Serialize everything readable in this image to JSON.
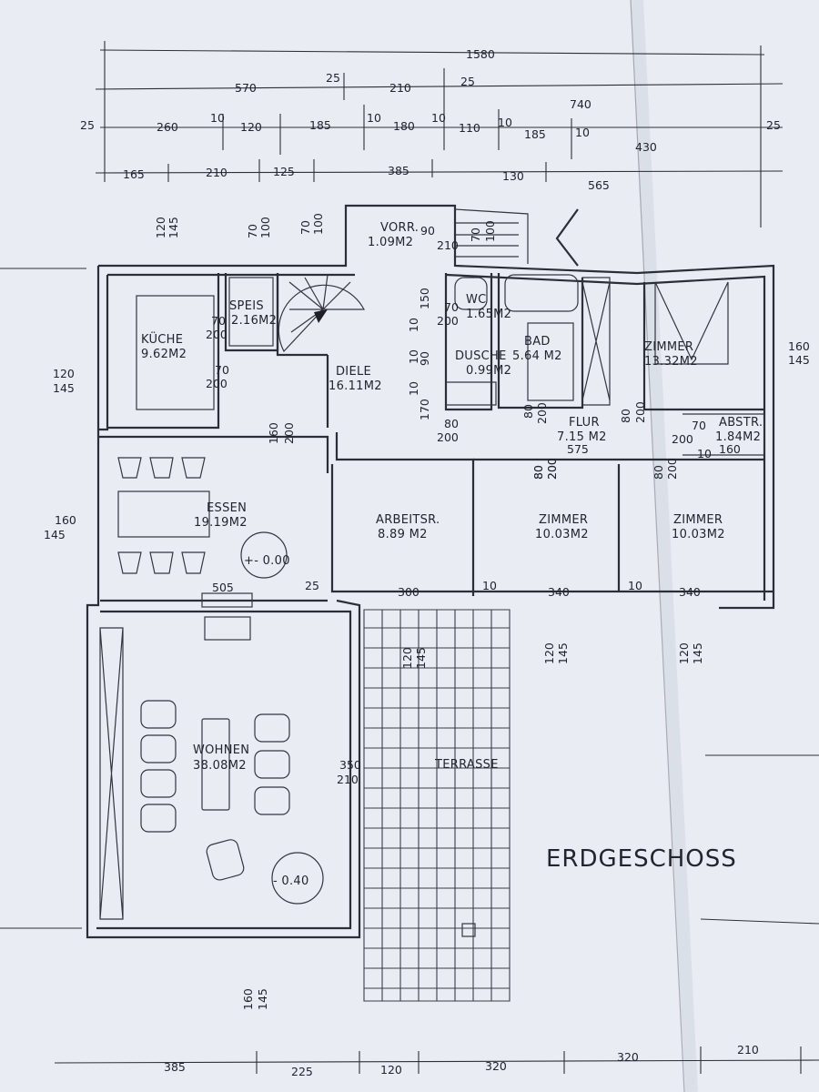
{
  "title": "ERDGESCHOSS",
  "rooms": [
    {
      "name": "KÜCHE",
      "area": "9.62M2"
    },
    {
      "name": "SPEIS",
      "area": "2.16M2"
    },
    {
      "name": "VORR.",
      "area": "1.09M2"
    },
    {
      "name": "WC",
      "area": "1.65M2"
    },
    {
      "name": "DUSCHE",
      "area": "0.99M2"
    },
    {
      "name": "BAD",
      "area": "5.64 M2"
    },
    {
      "name": "ZIMMER",
      "area": "13.32M2"
    },
    {
      "name": "DIELE",
      "area": "16.11M2"
    },
    {
      "name": "FLUR",
      "area": "7.15 M2"
    },
    {
      "name": "ABSTR.",
      "area": "1.84M2"
    },
    {
      "name": "ESSEN",
      "area": "19.19M2"
    },
    {
      "name": "ARBEITSR.",
      "area": "8.89 M2"
    },
    {
      "name": "ZIMMER",
      "area": "10.03M2"
    },
    {
      "name": "ZIMMER",
      "area": "10.03M2"
    },
    {
      "name": "WOHNEN",
      "area": "38.08M2"
    },
    {
      "name": "TERRASSE",
      "area": ""
    }
  ],
  "levels": [
    "+- 0.00",
    "- 0.40"
  ],
  "dimensions": {
    "overall": "1580",
    "top_row1": [
      "570",
      "25",
      "210",
      "25"
    ],
    "top_row2": [
      "25",
      "260",
      "10",
      "120",
      "185",
      "10",
      "180",
      "10",
      "110",
      "10",
      "185",
      "10",
      "430",
      "25"
    ],
    "top_row3": [
      "165",
      "210",
      "125",
      "385",
      "130"
    ],
    "top_misc": [
      "740",
      "565"
    ],
    "bottom_row": [
      "385",
      "225",
      "120",
      "320",
      "320",
      "210"
    ],
    "wall_openings": [
      "120",
      "145",
      "70",
      "100",
      "70",
      "100",
      "90",
      "210",
      "70",
      "100",
      "70",
      "200",
      "70",
      "200",
      "10",
      "150",
      "10",
      "90",
      "10",
      "170",
      "70",
      "200",
      "80",
      "200",
      "80",
      "200",
      "160",
      "200",
      "80",
      "200",
      "80",
      "200",
      "70",
      "200",
      "160",
      "10",
      "575",
      "80",
      "200",
      "80",
      "200",
      "25",
      "300",
      "10",
      "340",
      "10",
      "340",
      "505",
      "350",
      "210",
      "120",
      "145",
      "120",
      "145",
      "120",
      "145",
      "160",
      "145",
      "160",
      "145",
      "120",
      "145",
      "160",
      "145"
    ]
  },
  "colors": {
    "paper": "#e9ecf3",
    "ink": "#22252d"
  }
}
